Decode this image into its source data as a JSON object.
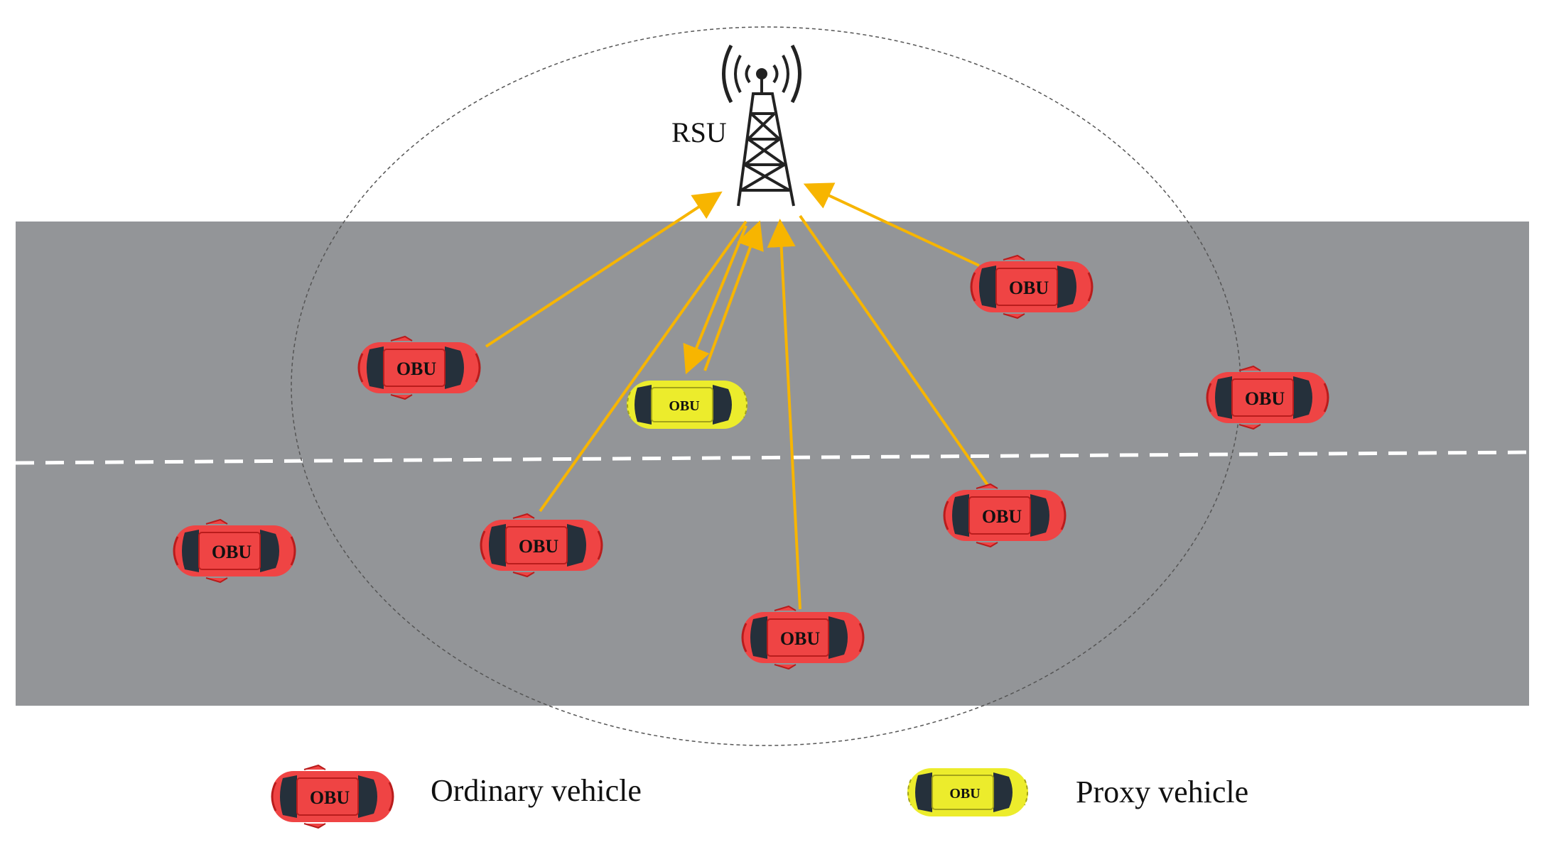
{
  "rsu": {
    "label": "RSU"
  },
  "vehicle_label": "OBU",
  "legend": {
    "ordinary": "Ordinary vehicle",
    "proxy": "Proxy vehicle"
  },
  "colors": {
    "road": "#939598",
    "lane_marking": "#ffffff",
    "arrow": "#f7b500",
    "ordinary_body": "#ef4444",
    "proxy_body": "#ecec2c",
    "coverage": "#555555"
  },
  "vehicles": [
    {
      "id": "v1",
      "kind": "ordinary"
    },
    {
      "id": "v2",
      "kind": "ordinary"
    },
    {
      "id": "v3",
      "kind": "ordinary"
    },
    {
      "id": "v4",
      "kind": "ordinary"
    },
    {
      "id": "v5",
      "kind": "ordinary"
    },
    {
      "id": "v6",
      "kind": "ordinary"
    },
    {
      "id": "v7",
      "kind": "ordinary"
    },
    {
      "id": "v8",
      "kind": "ordinary"
    },
    {
      "id": "v9",
      "kind": "proxy"
    }
  ]
}
